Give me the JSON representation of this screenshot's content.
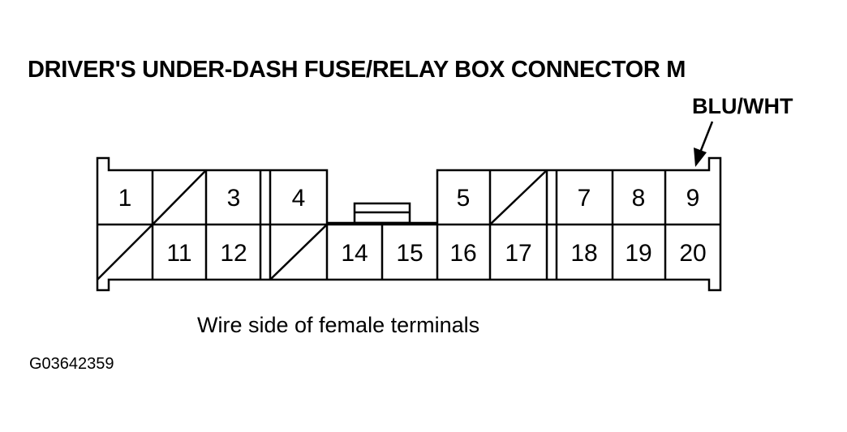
{
  "title": "DRIVER'S UNDER-DASH FUSE/RELAY BOX CONNECTOR M",
  "wire_color_label": "BLU/WHT",
  "caption": "Wire side of female terminals",
  "figure_id": "G03642359",
  "connector": {
    "terminals": [
      {
        "number": "1",
        "row": 1,
        "position": 1
      },
      {
        "number": "3",
        "row": 1,
        "position": 3
      },
      {
        "number": "4",
        "row": 1,
        "position": 4
      },
      {
        "number": "5",
        "row": 1,
        "position": 5
      },
      {
        "number": "7",
        "row": 1,
        "position": 7
      },
      {
        "number": "8",
        "row": 1,
        "position": 8
      },
      {
        "number": "9",
        "row": 1,
        "position": 9
      },
      {
        "number": "11",
        "row": 2,
        "position": 2
      },
      {
        "number": "12",
        "row": 2,
        "position": 3
      },
      {
        "number": "14",
        "row": 2,
        "position": 5
      },
      {
        "number": "15",
        "row": 2,
        "position": 6
      },
      {
        "number": "16",
        "row": 2,
        "position": 7
      },
      {
        "number": "17",
        "row": 2,
        "position": 8
      },
      {
        "number": "18",
        "row": 2,
        "position": 9
      },
      {
        "number": "19",
        "row": 2,
        "position": 10
      },
      {
        "number": "20",
        "row": 2,
        "position": 11
      }
    ],
    "unused_cavities": [
      "row 1 position 2",
      "row 1 position 6",
      "row 2 position 1",
      "row 2 position 4"
    ],
    "highlighted_terminal": "9"
  }
}
